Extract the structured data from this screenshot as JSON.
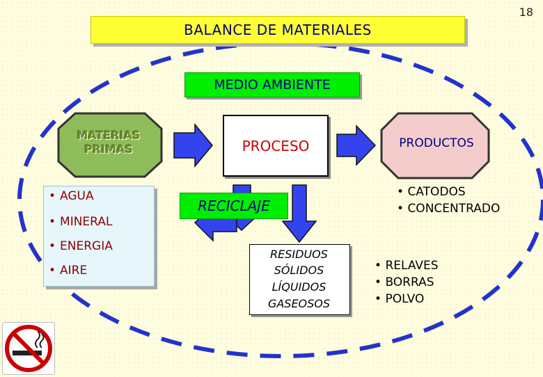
{
  "page_number": "18",
  "title": "BALANCE DE MATERIALES",
  "environment_label": "MEDIO AMBIENTE",
  "nodes": {
    "materias_primas": [
      "MATERIAS",
      "PRIMAS"
    ],
    "proceso": "PROCESO",
    "productos": "PRODUCTOS",
    "reciclaje": "RECICLAJE",
    "residuos": [
      "RESIDUOS",
      "SÓLIDOS",
      "LÍQUIDOS",
      "GASEOSOS"
    ]
  },
  "inputs": [
    "AGUA",
    "MINERAL",
    "ENERGIA",
    "AIRE"
  ],
  "products_list": [
    "CATODOS",
    "CONCENTRADO"
  ],
  "waste_list": [
    "RELAVES",
    "BORRAS",
    "POLVO"
  ],
  "bullet": "•",
  "icons": {
    "no_smoking": "no-smoking-icon",
    "arrow": "block-arrow"
  },
  "colors": {
    "title_bg": "#ffff33",
    "green_label_bg": "#00ee00",
    "text_navy": "#000080",
    "ellipse": "#2233cc",
    "arrow_fill": "#3344ee",
    "materias_fill": "#8fbc5a",
    "productos_fill": "#f4cccc",
    "proceso_text": "#cc0000"
  }
}
